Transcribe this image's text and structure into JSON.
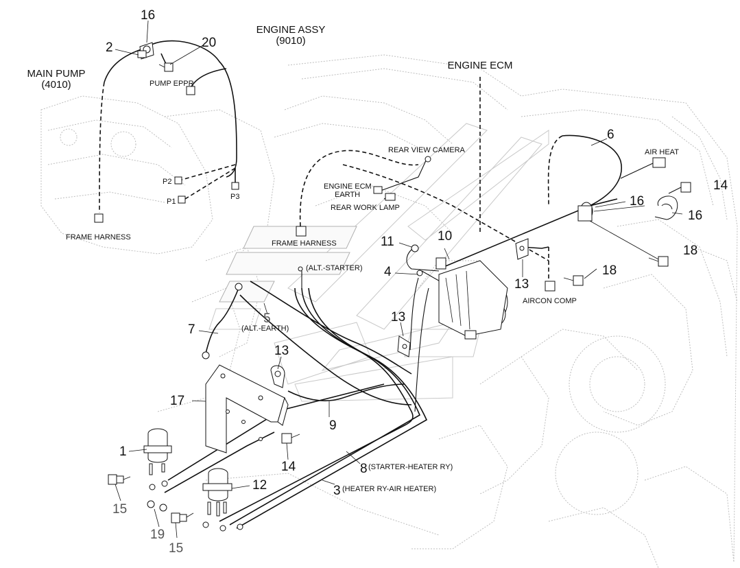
{
  "assembly": {
    "engine_title": "ENGINE ASSY",
    "engine_code": "(9010)",
    "main_pump_title": "MAIN PUMP",
    "main_pump_code": "(4010)",
    "engine_ecm": "ENGINE ECM"
  },
  "connectors": {
    "pump_eppr": "PUMP EPPR",
    "p1": "P1",
    "p2": "P2",
    "p3": "P3",
    "frame_harness_left": "FRAME HARNESS",
    "frame_harness_mid": "FRAME HARNESS",
    "rear_view_camera": "REAR VIEW CAMERA",
    "engine_ecm_earth_1": "ENGINE ECM",
    "engine_ecm_earth_2": "EARTH",
    "rear_work_lamp": "REAR WORK LAMP",
    "air_heat": "AIR HEAT",
    "aircon_comp": "AIRCON COMP",
    "alt_starter": "(ALT.-STARTER)",
    "alt_earth": "(ALT.-EARTH)",
    "starter_heater_ry": "(STARTER-HEATER RY)",
    "heater_ry_air_heater": "(HEATER RY-AIR HEATER)"
  },
  "callouts": {
    "c1": "1",
    "c2": "2",
    "c3": "3",
    "c4": "4",
    "c5": "5",
    "c6": "6",
    "c7": "7",
    "c8": "8",
    "c9": "9",
    "c10": "10",
    "c11": "11",
    "c12": "12",
    "c13a": "13",
    "c13b": "13",
    "c13c": "13",
    "c14a": "14",
    "c14b": "14",
    "c15a": "15",
    "c15b": "15",
    "c16a": "16",
    "c16b": "16",
    "c16c": "16",
    "c17": "17",
    "c18a": "18",
    "c18b": "18",
    "c19": "19",
    "c20": "20"
  }
}
